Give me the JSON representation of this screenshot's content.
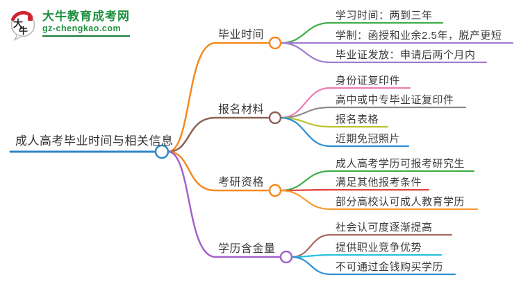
{
  "logo": {
    "title": "大牛教育成考网",
    "domain": "gz-chengkao.com",
    "icon_text": "大牛",
    "brand_color": "#1e9140",
    "icon_red": "#cf2430"
  },
  "central": {
    "label": "成人高考毕业时间与相关信息",
    "color": "#2e86c8"
  },
  "branches": [
    {
      "label": "毕业时间",
      "color": "#f5891d",
      "children": [
        {
          "label": "学习时间：两到三年",
          "color": "#3fae49"
        },
        {
          "label": "学制：函授和业余2.5年，脱产更短",
          "color": "#9f7bd1"
        },
        {
          "label": "毕业证发放：申请后两个月内",
          "color": "#9f7bd1"
        }
      ]
    },
    {
      "label": "报名材料",
      "color": "#8d6256",
      "children": [
        {
          "label": "身份证复印件",
          "color": "#ef7cb3"
        },
        {
          "label": "高中或中专毕业证复印件",
          "color": "#8a8a8a"
        },
        {
          "label": "报名表格",
          "color": "#bcc22d"
        },
        {
          "label": "近期免冠照片",
          "color": "#2b8fd8"
        }
      ]
    },
    {
      "label": "考研资格",
      "color": "#f5891d",
      "children": [
        {
          "label": "成人高考学历可报考研究生",
          "color": "#3fae49"
        },
        {
          "label": "满足其他报考条件",
          "color": "#e2433c"
        },
        {
          "label": "部分高校认可成人教育学历",
          "color": "#f79b33"
        }
      ]
    },
    {
      "label": "学历含金量",
      "color": "#a361c9",
      "children": [
        {
          "label": "社会认可度逐渐提高",
          "color": "#a8685c"
        },
        {
          "label": "提供职业竞争优势",
          "color": "#27c1e0"
        },
        {
          "label": "不可通过金钱购买学历",
          "color": "#2b8fd8"
        }
      ]
    }
  ]
}
